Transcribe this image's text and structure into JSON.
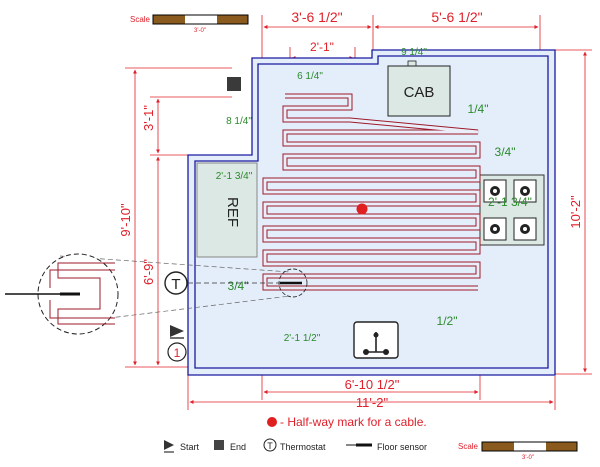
{
  "scale_bars": {
    "label": "Scale",
    "length": "3'-0\""
  },
  "dimensions": {
    "top_left_width": "3'-6 1/2\"",
    "top_right_width": "5'-6 1/2\"",
    "top_inner_width": "2'-1\"",
    "left_upper_height": "3'-1\"",
    "left_overall_height": "9'-10\"",
    "left_lower_height": "6'-9\"",
    "right_overall_height": "10'-2\"",
    "bottom_inner_width": "6'-10 1/2\"",
    "bottom_overall_width": "11'-2\""
  },
  "clearances": {
    "cab_top": "9 1/4\"",
    "heating_top": "6 1/4\"",
    "heating_left_upper": "8 1/4\"",
    "ref_gap": "2'-1 3/4\"",
    "cab_right": "1/4\"",
    "range_gap": "3/4\"",
    "range_inner": "2'-1 3/4\"",
    "thermostat_gap": "3/4\"",
    "sink_right": "1/2\"",
    "sink_left": "2'-1 1/2\""
  },
  "fixtures": {
    "cabinet": "CAB",
    "refrigerator": "REF"
  },
  "markers": {
    "thermostat": "T",
    "start_number": "1"
  },
  "note": "- Half-way mark for a cable.",
  "legend": {
    "start": "Start",
    "end": "End",
    "thermostat": "Thermostat",
    "floor_sensor": "Floor sensor"
  },
  "colors": {
    "dimension": "#e0202a",
    "clearance": "#2a8a2a",
    "wall": "#1a1aa0",
    "floor": "#e4eefb",
    "cable": "#9c1a2a",
    "fixture": "#dce8e4"
  }
}
